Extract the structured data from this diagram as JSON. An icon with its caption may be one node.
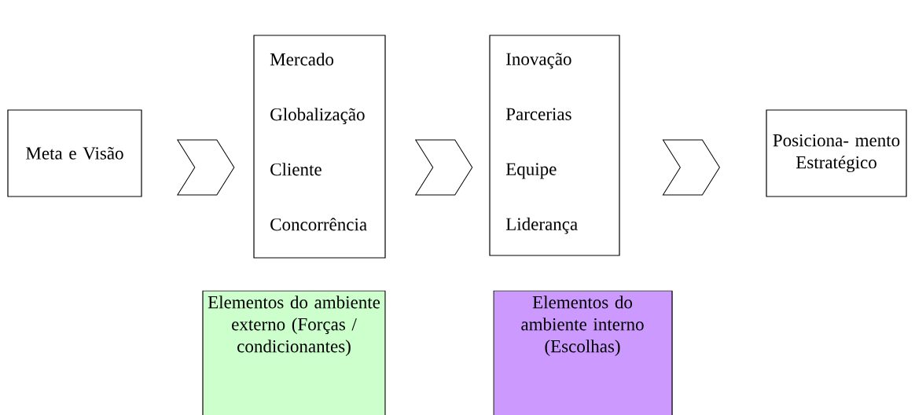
{
  "diagram": {
    "nodes": [
      {
        "text": [
          "Meta e Visão"
        ]
      },
      {
        "text": [
          "Mercado",
          "Globalização",
          "Cliente",
          "Concorrência"
        ]
      },
      {
        "text": [
          "Inovação",
          "Parcerias",
          "Equipe",
          "Liderança"
        ]
      },
      {
        "text": [
          "Posiciona- mento Estratégico"
        ]
      },
      {
        "text": [
          "Elementos do ambiente externo (Forças / condicionantes)"
        ]
      },
      {
        "text": [
          "Elementos do ambiente interno (Escolhas)"
        ]
      }
    ],
    "edges": [
      {
        "from": 0,
        "to": 1,
        "arrow": "to"
      },
      {
        "from": 1,
        "to": 2,
        "arrow": "to"
      },
      {
        "from": 2,
        "to": 3,
        "arrow": "to"
      }
    ]
  }
}
